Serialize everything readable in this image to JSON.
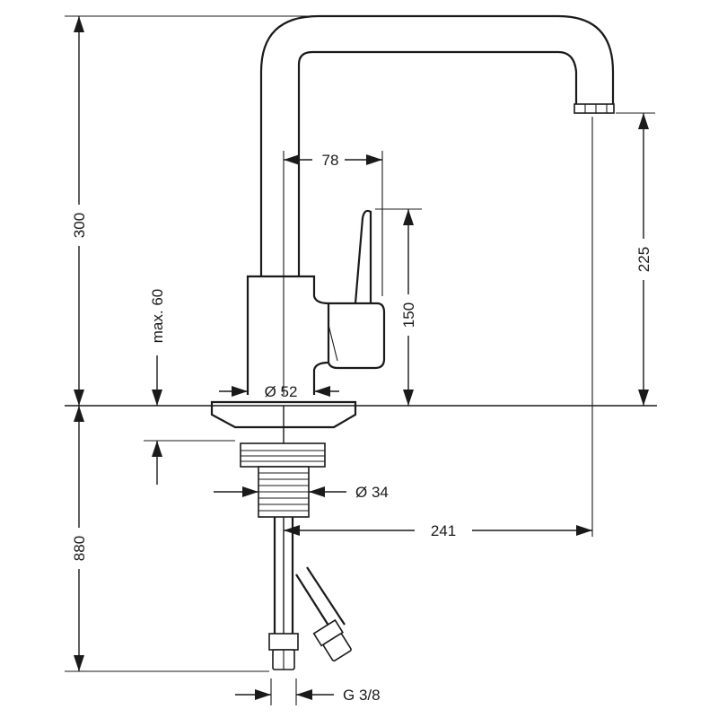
{
  "drawing": {
    "type": "technical-dimension-drawing",
    "subject": "kitchen mixer tap",
    "units": "mm",
    "dimensions": {
      "total_height": "300",
      "spout_outlet_height": "225",
      "lever_height": "150",
      "lever_offset": "78",
      "max_deck_thickness": "max. 60",
      "body_diameter": "Ø 52",
      "shank_diameter": "Ø 34",
      "spout_reach": "241",
      "hose_length": "880",
      "connection_thread": "G 3/8"
    },
    "colors": {
      "line": "#1a1a1a",
      "background": "#ffffff"
    }
  }
}
